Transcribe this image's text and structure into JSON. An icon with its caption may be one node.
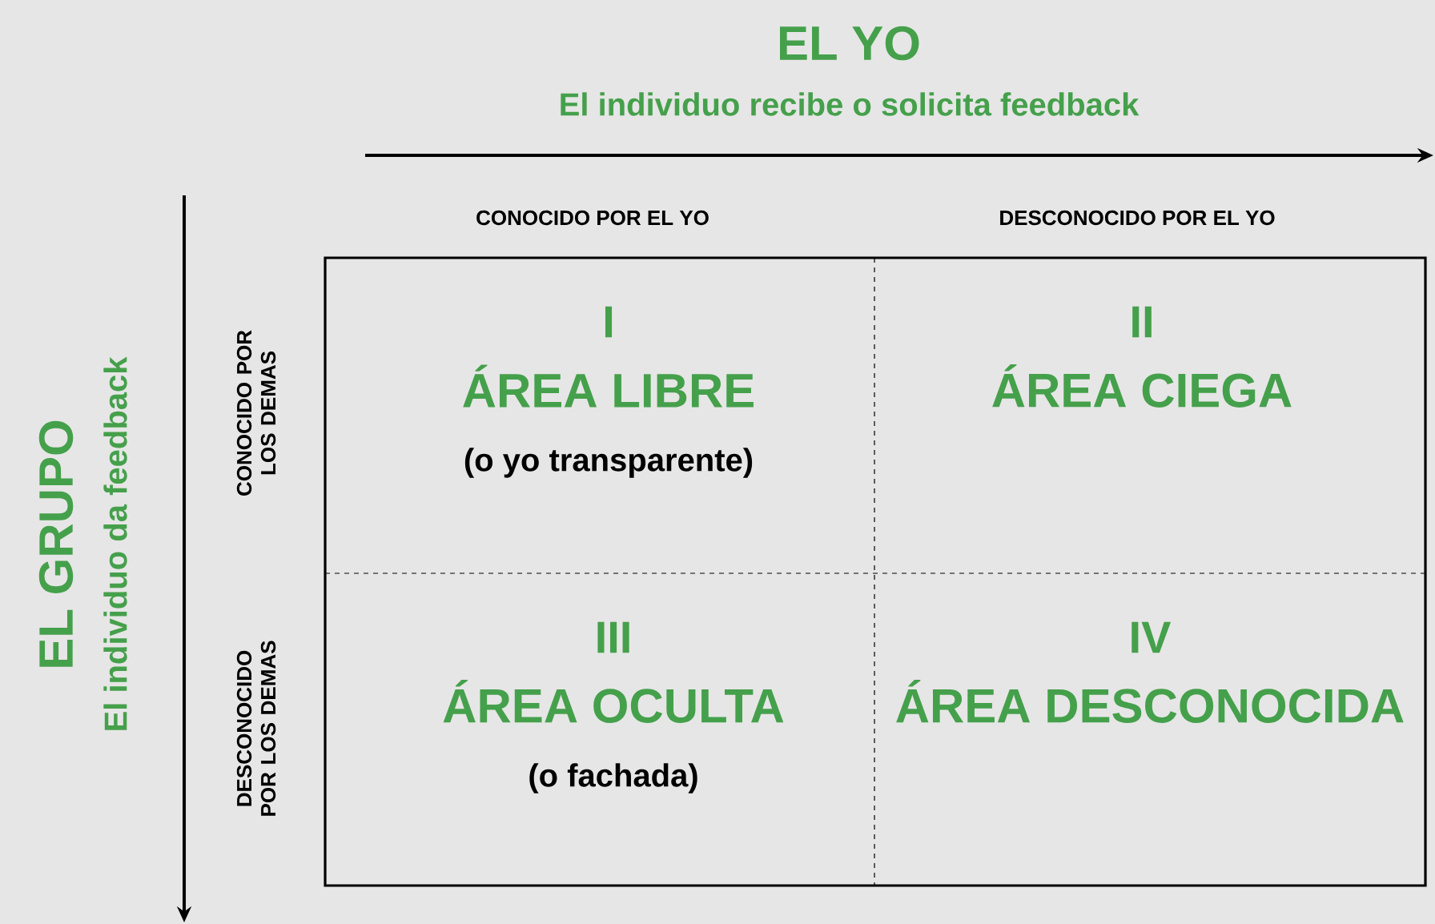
{
  "diagram": {
    "nodes": [
      {
        "text": [
          "I",
          "ÁREA LIBRE",
          "(o yo transparente)"
        ]
      },
      {
        "text": [
          "II",
          "ÁREA CIEGA"
        ]
      },
      {
        "text": [
          "III",
          "ÁREA OCULTA",
          "(o fachada)"
        ]
      },
      {
        "text": [
          "IV",
          "ÁREA DESCONOCIDA"
        ]
      }
    ],
    "labels": [
      "EL YO",
      "El individuo recibe o solicita feedback",
      "EL GRUPO",
      "El individuo da feedback",
      "CONOCIDO POR EL YO",
      "DESCONOCIDO POR EL YO",
      "CONOCIDO POR LOS DEMAS",
      "DESCONOCIDO POR LOS DEMAS"
    ]
  }
}
